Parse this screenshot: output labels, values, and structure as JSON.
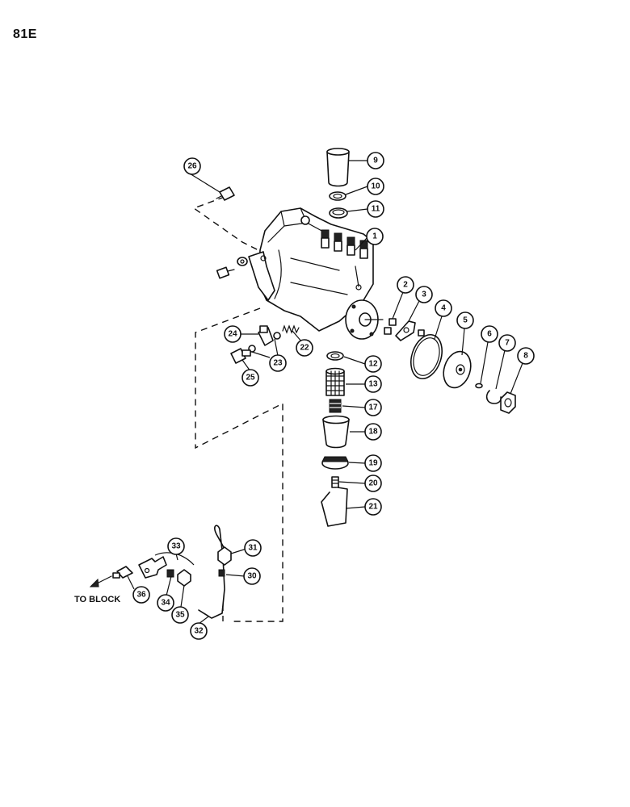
{
  "page": {
    "code": "81E"
  },
  "callouts": [
    "1",
    "2",
    "3",
    "4",
    "5",
    "6",
    "7",
    "8",
    "9",
    "10",
    "11",
    "12",
    "13",
    "17",
    "18",
    "19",
    "20",
    "21",
    "22",
    "23",
    "24",
    "25",
    "26",
    "30",
    "31",
    "32",
    "33",
    "34",
    "35",
    "36"
  ],
  "destination_label": "TO BLOCK"
}
